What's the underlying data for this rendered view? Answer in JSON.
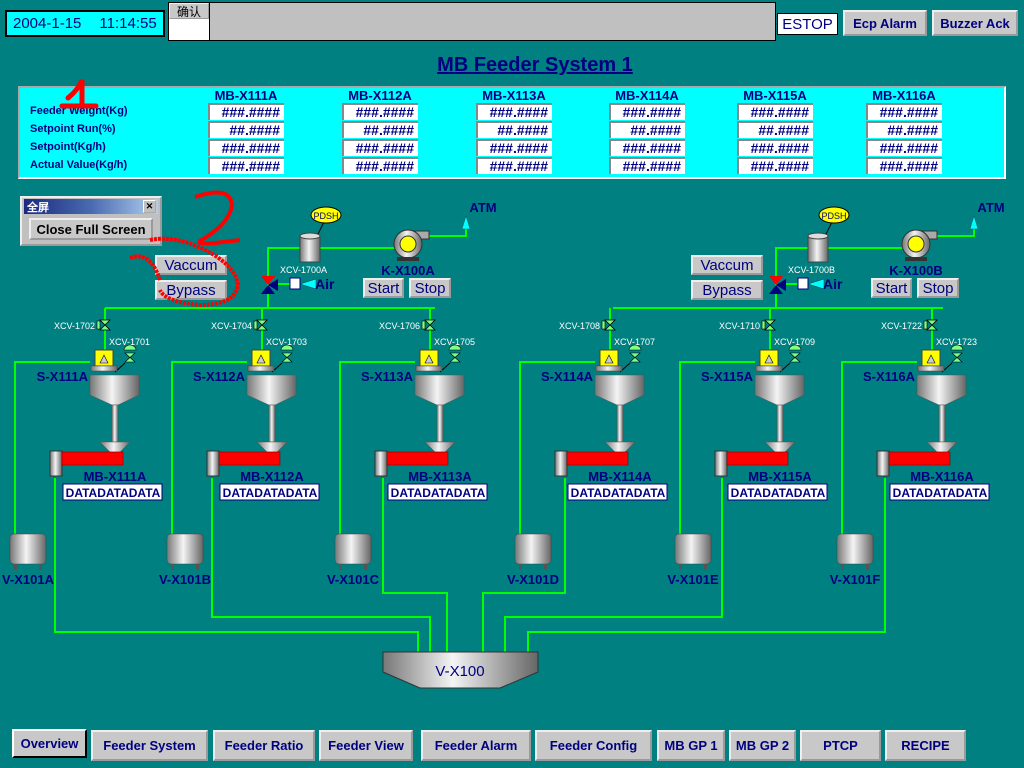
{
  "header": {
    "date": "2004-1-15",
    "time": "11:14:55",
    "confirm_label": "确认",
    "estop_label": "ESTOP",
    "ecp_alarm_label": "Ecp Alarm",
    "buzzer_ack_label": "Buzzer Ack"
  },
  "title": "MB Feeder System 1",
  "table": {
    "rows": [
      "Feeder Weight(Kg)",
      "Setpoint Run(%)",
      "Setpoint(Kg/h)",
      "Actual Value(Kg/h)"
    ],
    "columns": [
      {
        "name": "MB-X111A",
        "values": [
          "###.####",
          "##.####",
          "###.####",
          "###.####"
        ]
      },
      {
        "name": "MB-X112A",
        "values": [
          "###.####",
          "##.####",
          "###.####",
          "###.####"
        ]
      },
      {
        "name": "MB-X113A",
        "values": [
          "###.####",
          "##.####",
          "###.####",
          "###.####"
        ]
      },
      {
        "name": "MB-X114A",
        "values": [
          "###.####",
          "##.####",
          "###.####",
          "###.####"
        ]
      },
      {
        "name": "MB-X115A",
        "values": [
          "###.####",
          "##.####",
          "###.####",
          "###.####"
        ]
      },
      {
        "name": "MB-X116A",
        "values": [
          "###.####",
          "##.####",
          "###.####",
          "###.####"
        ]
      }
    ]
  },
  "fullscreen_window": {
    "title": "全屏",
    "close_label": "Close Full Screen"
  },
  "systems": [
    {
      "vaccum": "Vaccum",
      "bypass": "Bypass",
      "valve": "XCV-1700A",
      "air": "Air",
      "pdsh": "PDSH",
      "atm": "ATM",
      "pump": "K-X100A",
      "start": "Start",
      "stop": "Stop"
    },
    {
      "vaccum": "Vaccum",
      "bypass": "Bypass",
      "valve": "XCV-1700B",
      "air": "Air",
      "pdsh": "PDSH",
      "atm": "ATM",
      "pump": "K-X100B",
      "start": "Start",
      "stop": "Stop"
    }
  ],
  "feeders": [
    {
      "inlet_valve": "XCV-1702",
      "vent_valve": "XCV-1701",
      "hopper": "S-X111A",
      "feeder": "MB-X111A",
      "data": "DATADATADATA",
      "vessel": "V-X101A"
    },
    {
      "inlet_valve": "XCV-1704",
      "vent_valve": "XCV-1703",
      "hopper": "S-X112A",
      "feeder": "MB-X112A",
      "data": "DATADATADATA",
      "vessel": "V-X101B"
    },
    {
      "inlet_valve": "XCV-1706",
      "vent_valve": "XCV-1705",
      "hopper": "S-X113A",
      "feeder": "MB-X113A",
      "data": "DATADATADATA",
      "vessel": "V-X101C"
    },
    {
      "inlet_valve": "XCV-1708",
      "vent_valve": "XCV-1707",
      "hopper": "S-X114A",
      "feeder": "MB-X114A",
      "data": "DATADATADATA",
      "vessel": "V-X101D"
    },
    {
      "inlet_valve": "XCV-1710",
      "vent_valve": "XCV-1709",
      "hopper": "S-X115A",
      "feeder": "MB-X115A",
      "data": "DATADATADATA",
      "vessel": "V-X101E"
    },
    {
      "inlet_valve": "XCV-1722",
      "vent_valve": "XCV-1723",
      "hopper": "S-X116A",
      "feeder": "MB-X116A",
      "data": "DATADATADATA",
      "vessel": "V-X101F"
    }
  ],
  "collector": "V-X100",
  "nav": [
    "Overview",
    "Feeder System",
    "Feeder Ratio",
    "Feeder View",
    "Feeder Alarm",
    "Feeder  Config",
    "MB GP 1",
    "MB GP 2",
    "PTCP",
    "RECIPE"
  ],
  "colors": {
    "background": "#008080",
    "pipe": "#00ff00",
    "text": "#000080",
    "panel": "#00ffff",
    "motor": "#ff0000"
  }
}
